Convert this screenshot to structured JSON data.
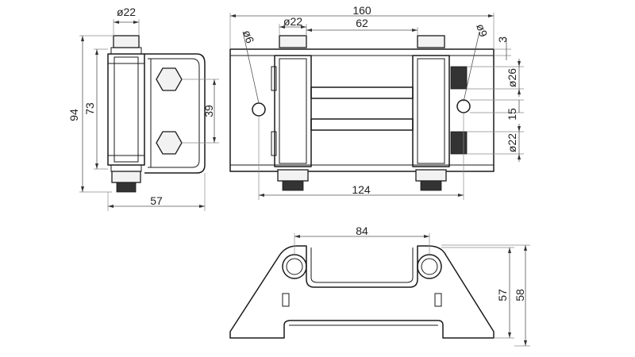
{
  "dimensions": {
    "side_view": {
      "bolt_dia": "ø22",
      "height_outer": "94",
      "height_inner": "73",
      "width": "57",
      "bolt_spacing": "39"
    },
    "front_view": {
      "length": "160",
      "bolt_dia": "ø22",
      "roller_spacing": "62",
      "hole_small": "ø6",
      "hole_large": "ø9",
      "edge_offset": "3",
      "roller_dia": "ø26",
      "slot": "15",
      "bolt_dia_lower": "ø22",
      "base_length": "124"
    },
    "bottom_view": {
      "top_span": "84",
      "height_inner": "57",
      "height_outer": "58"
    }
  }
}
